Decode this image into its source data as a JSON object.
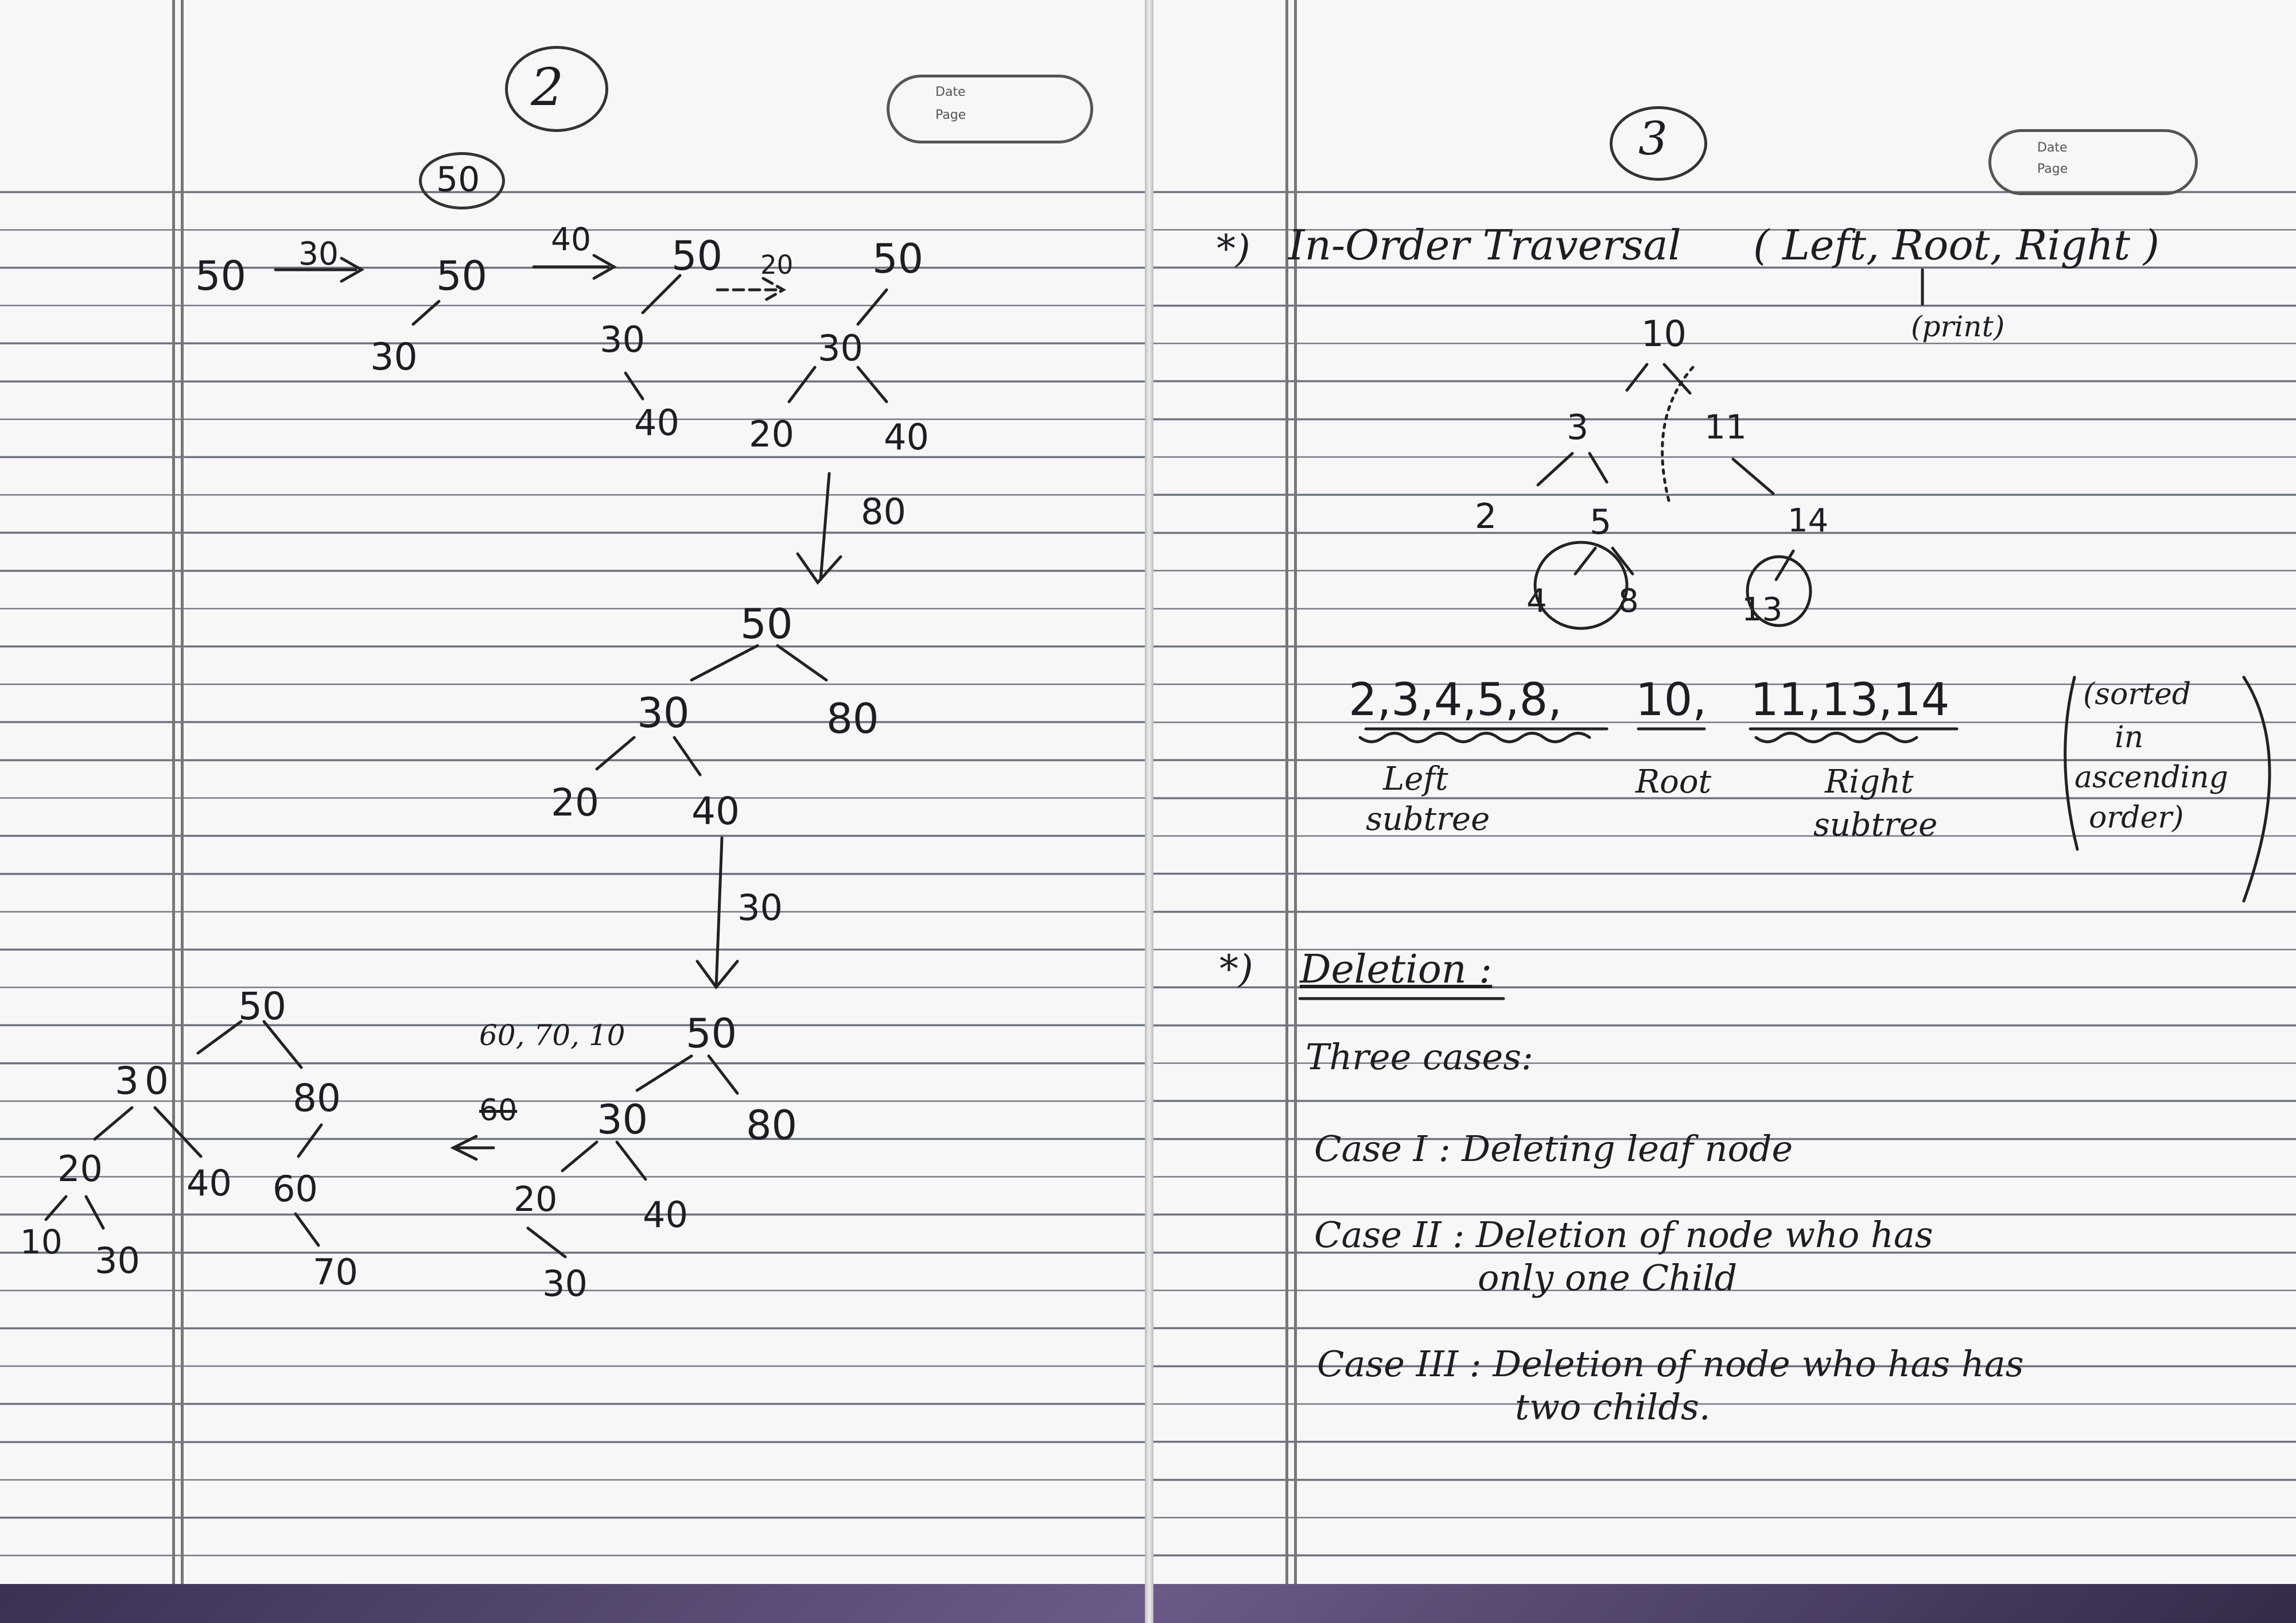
{
  "left_page": {
    "page_number": "2",
    "date_label": "Date",
    "page_label": "Page",
    "root_boxed": "50",
    "insert_sequence": {
      "start": "50",
      "arrow1": "30",
      "tree1_root": "50",
      "tree1_left": "30",
      "arrow2": "40",
      "tree2_root": "50",
      "tree2_left": "30",
      "tree2_lr": "40",
      "arrow3": "20",
      "tree3_root": "50",
      "tree3_left": "30",
      "tree3_ll": "20",
      "tree3_lr": "40"
    },
    "step_80": {
      "arrow_label": "80",
      "root": "50",
      "left": "30",
      "right": "80",
      "ll": "20",
      "lr": "40"
    },
    "step_30": {
      "arrow_label": "30",
      "root": "50",
      "left": "30",
      "right": "80",
      "ll": "20",
      "lr": "40",
      "llr": "30",
      "pending_inserts": "60, 70, 10",
      "struck_note": "60"
    },
    "final_tree": {
      "root": "50",
      "left": "30",
      "right": "80",
      "ll": "20",
      "lr": "40",
      "rl": "60",
      "lll": "10",
      "llr": "30",
      "rlr": "70"
    }
  },
  "right_page": {
    "page_number": "3",
    "date_label": "Date",
    "page_label": "Page",
    "heading": "In-Order Traversal",
    "heading_order": "( Left, Root, Right )",
    "print_note": "(print)",
    "tree": {
      "root": "10",
      "left": "3",
      "right": "11",
      "ll": "2",
      "lr": "5",
      "lrl": "4",
      "lrr": "8",
      "rr": "14",
      "rrl": "13"
    },
    "sequence_left": "2,3,4,5,8,",
    "sequence_root": "10,",
    "sequence_right": "11,13,14",
    "label_left_1": "Left",
    "label_left_2": "subtree",
    "label_root": "Root",
    "label_right_1": "Right",
    "label_right_2": "subtree",
    "sorted_note_1": "(sorted",
    "sorted_note_2": "in",
    "sorted_note_3": "ascending",
    "sorted_note_4": "order)",
    "deletion_heading": "Deletion :",
    "three_cases": "Three cases:",
    "case1": "Case I : Deleting leaf node",
    "case2_line1": "Case II : Deletion of node who has",
    "case2_line2": "only one Child",
    "case3_line1": "Case III : Deletion of node who has has",
    "case3_line2": "two childs."
  }
}
